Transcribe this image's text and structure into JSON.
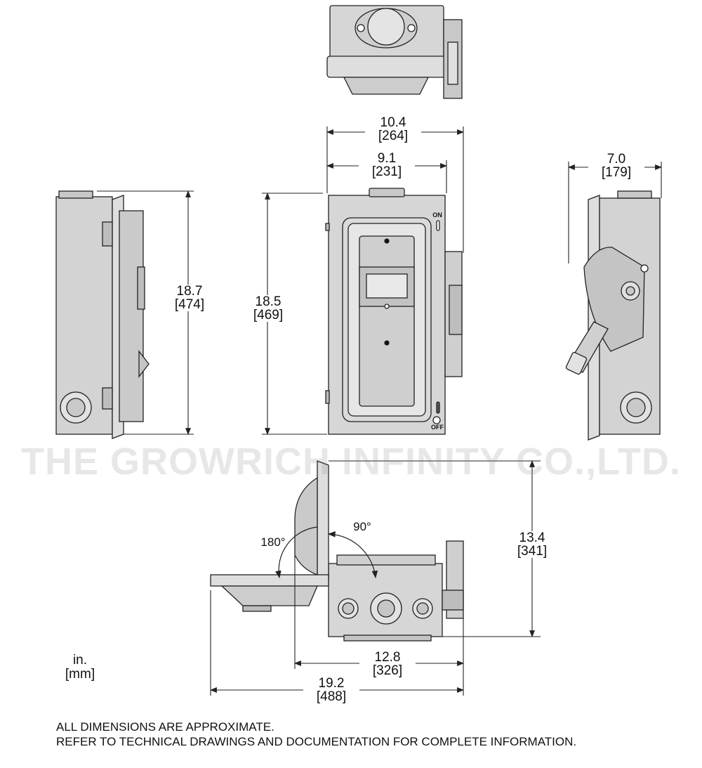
{
  "watermark": "THE GROWRICH INFINITY CO.,LTD.",
  "units": {
    "primary": "in.",
    "secondary": "[mm]"
  },
  "dimensions": {
    "overall_width": {
      "in": "10.4",
      "mm": "[264]"
    },
    "body_width": {
      "in": "9.1",
      "mm": "[231]"
    },
    "depth": {
      "in": "7.0",
      "mm": "[179]"
    },
    "side_height": {
      "in": "18.7",
      "mm": "[474]"
    },
    "front_height": {
      "in": "18.5",
      "mm": "[469]"
    },
    "open_height": {
      "in": "13.4",
      "mm": "[341]"
    },
    "open_depth": {
      "in": "12.8",
      "mm": "[326]"
    },
    "open_full_width": {
      "in": "19.2",
      "mm": "[488]"
    }
  },
  "angles": {
    "door_90": "90°",
    "door_180": "180°"
  },
  "switch_labels": {
    "on": "ON",
    "off": "OFF"
  },
  "notes": [
    "ALL DIMENSIONS ARE APPROXIMATE.",
    "REFER TO TECHNICAL DRAWINGS AND DOCUMENTATION FOR COMPLETE INFORMATION."
  ],
  "colors": {
    "housing": "#d4d4d4",
    "housing_dark": "#bdbdbd",
    "line": "#222222",
    "panel": "#c9c9c9"
  }
}
